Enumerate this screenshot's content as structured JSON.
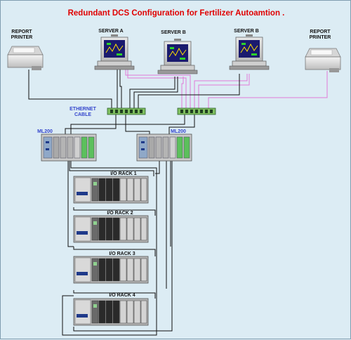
{
  "title": "Redundant DCS Configuration for Fertilizer Autoamtion .",
  "printers": [
    {
      "label_line1": "REPORT",
      "label_line2": "PRINTER"
    },
    {
      "label_line1": "REPORT",
      "label_line2": "PRINTER"
    }
  ],
  "servers": [
    {
      "label": "SERVER A"
    },
    {
      "label": "SERVER B"
    },
    {
      "label": "SERVER B"
    }
  ],
  "network": {
    "label_line1": "ETHERNET",
    "label_line2": "CABLE"
  },
  "controllers": [
    {
      "label": "ML200"
    },
    {
      "label": "ML200"
    }
  ],
  "racks": [
    {
      "label": "I/O RACK 1"
    },
    {
      "label": "I/O RACK 2"
    },
    {
      "label": "I/O RACK 3"
    },
    {
      "label": "I/O RACK 4"
    }
  ],
  "colors": {
    "title": "#e00000",
    "pink_cable": "#e07ad8",
    "black_cable": "#111111",
    "switch": "#7fbf5f",
    "monitor_screen": "#1a1a6e"
  }
}
